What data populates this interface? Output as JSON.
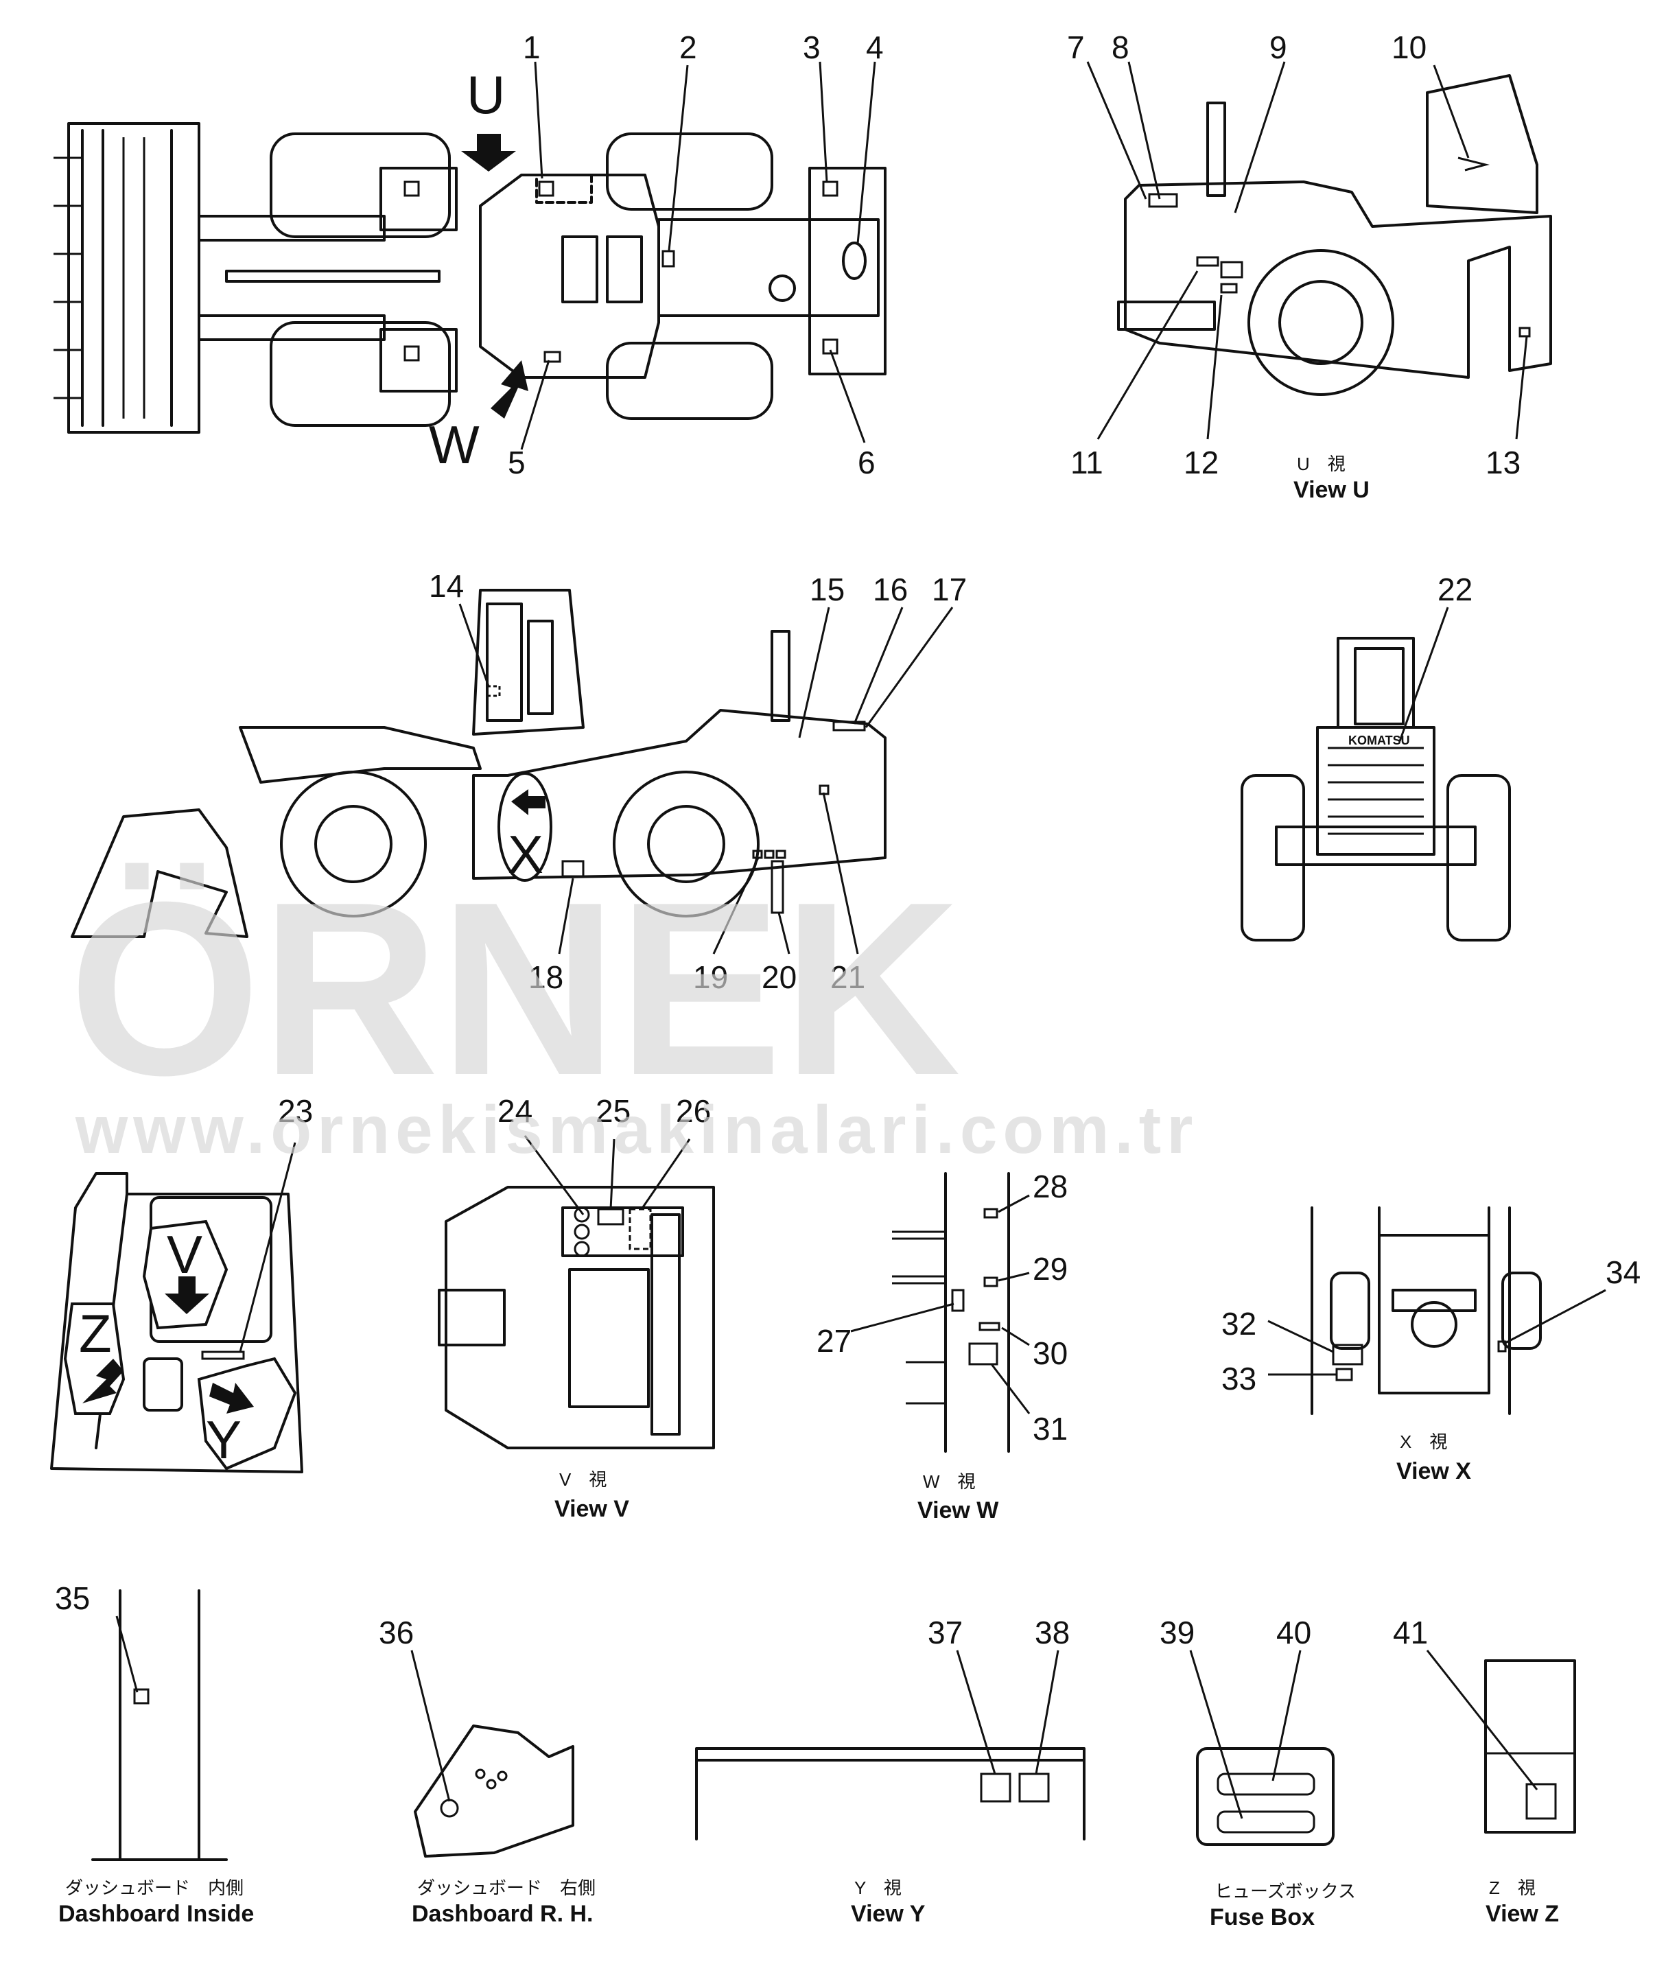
{
  "watermark": {
    "brand": "ÖRNEK",
    "url": "www.ornekismakinalari.com.tr"
  },
  "callouts": [
    "1",
    "2",
    "3",
    "4",
    "5",
    "6",
    "7",
    "8",
    "9",
    "10",
    "11",
    "12",
    "13",
    "14",
    "15",
    "16",
    "17",
    "18",
    "19",
    "20",
    "21",
    "22",
    "23",
    "24",
    "25",
    "26",
    "27",
    "28",
    "29",
    "30",
    "31",
    "32",
    "33",
    "34",
    "35",
    "36",
    "37",
    "38",
    "39",
    "40",
    "41"
  ],
  "direction_letters": {
    "U": "U",
    "W": "W",
    "X": "X",
    "V": "V",
    "Z": "Z",
    "Y": "Y"
  },
  "views": {
    "view_u": {
      "jp": "U　視",
      "en": "View  U"
    },
    "view_v": {
      "jp": "V　視",
      "en": "View  V"
    },
    "view_w": {
      "jp": "W　視",
      "en": "View  W"
    },
    "view_x": {
      "jp": "X　視",
      "en": "View  X"
    },
    "dash_inside": {
      "jp": "ダッシュボード　内側",
      "en": "Dashboard  Inside"
    },
    "dash_rh": {
      "jp": "ダッシュボード　右側",
      "en": "Dashboard  R. H."
    },
    "view_y": {
      "jp": "Y　視",
      "en": "View  Y"
    },
    "fuse_box": {
      "jp": "ヒューズボックス",
      "en": "Fuse  Box"
    },
    "view_z": {
      "jp": "Z　視",
      "en": "View  Z"
    }
  },
  "brand_plate": "KOMATSU"
}
